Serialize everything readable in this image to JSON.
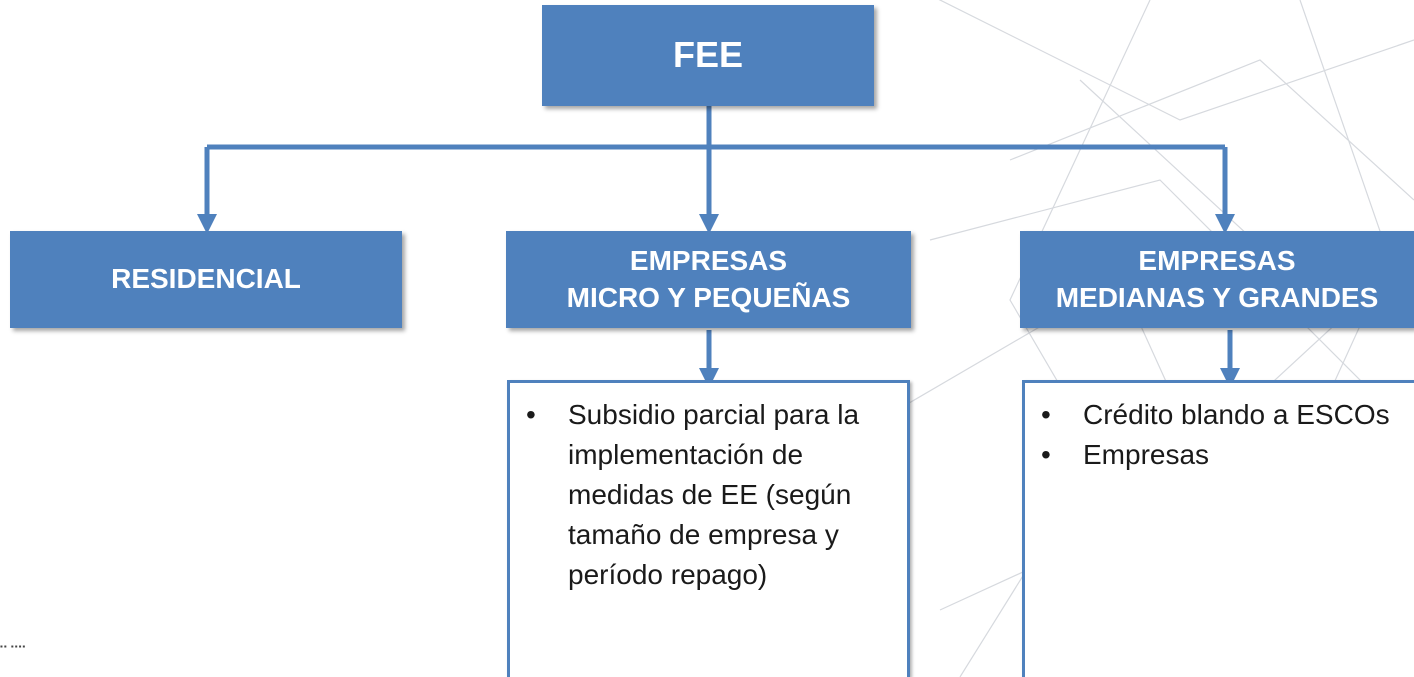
{
  "root": {
    "label": "FEE"
  },
  "branches": [
    {
      "id": "residencial",
      "title_lines": [
        "RESIDENCIAL"
      ],
      "details": []
    },
    {
      "id": "micro-pequenas",
      "title_lines": [
        "EMPRESAS",
        "MICRO Y PEQUEÑAS"
      ],
      "details": [
        "Subsidio parcial para la implementación de medidas de EE (según tamaño de empresa y período repago)"
      ]
    },
    {
      "id": "medianas-grandes",
      "title_lines": [
        "EMPRESAS",
        "MEDIANAS Y GRANDES"
      ],
      "details": [
        "Crédito blando a ESCOs",
        "Empresas"
      ]
    }
  ],
  "colors": {
    "box_fill": "#4f81bd",
    "box_text": "#ffffff",
    "connector": "#4f81bd",
    "background": "#ffffff"
  }
}
